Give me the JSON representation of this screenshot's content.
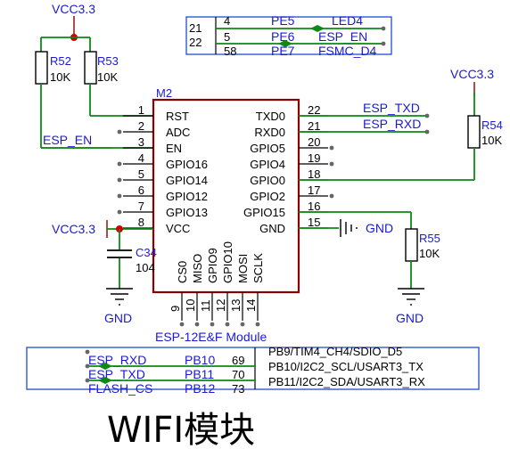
{
  "module": {
    "ref": "M2",
    "name": "ESP-12E&F Module",
    "left_pins": [
      {
        "num": "1",
        "name": "RST"
      },
      {
        "num": "2",
        "name": "ADC"
      },
      {
        "num": "3",
        "name": "EN"
      },
      {
        "num": "4",
        "name": "GPIO16"
      },
      {
        "num": "5",
        "name": "GPIO14"
      },
      {
        "num": "6",
        "name": "GPIO12"
      },
      {
        "num": "7",
        "name": "GPIO13"
      },
      {
        "num": "8",
        "name": "VCC"
      }
    ],
    "right_pins": [
      {
        "num": "22",
        "name": "TXD0"
      },
      {
        "num": "21",
        "name": "RXD0"
      },
      {
        "num": "20",
        "name": "GPIO5"
      },
      {
        "num": "19",
        "name": "GPIO4"
      },
      {
        "num": "18",
        "name": "GPIO0"
      },
      {
        "num": "17",
        "name": "GPIO2"
      },
      {
        "num": "16",
        "name": "GPIO15"
      },
      {
        "num": "15",
        "name": "GND"
      }
    ],
    "bottom_pins": [
      {
        "num": "9",
        "name": "CS0"
      },
      {
        "num": "10",
        "name": "MISO"
      },
      {
        "num": "11",
        "name": "GPIO9"
      },
      {
        "num": "12",
        "name": "GPIO10"
      },
      {
        "num": "13",
        "name": "MOSI"
      },
      {
        "num": "14",
        "name": "SCLK"
      }
    ]
  },
  "components": {
    "r52": {
      "ref": "R52",
      "value": "10K"
    },
    "r53": {
      "ref": "R53",
      "value": "10K"
    },
    "r54": {
      "ref": "R54",
      "value": "10K"
    },
    "r55": {
      "ref": "R55",
      "value": "10K"
    },
    "c34": {
      "ref": "C34",
      "value": "104"
    }
  },
  "power": {
    "vcc_top": "VCC3.3",
    "vcc_right": "VCC3.3",
    "vcc_left": "VCC3.3",
    "gnd_cap": "GND",
    "gnd_pin15": "GND",
    "gnd_r55": "GND"
  },
  "nets": {
    "esp_en": "ESP_EN",
    "esp_txd": "ESP_TXD",
    "esp_rxd": "ESP_RXD"
  },
  "top_snippet": {
    "rows": [
      {
        "left": "21",
        "pin": "4",
        "net": "PE5",
        "label": "LED4"
      },
      {
        "left": "22",
        "pin": "5",
        "net": "PE6",
        "label": "ESP_EN"
      },
      {
        "left": "",
        "pin": "58",
        "net": "PE7",
        "label": "FSMC_D4"
      }
    ]
  },
  "bottom_snippet": {
    "rows": [
      {
        "label": "ESP_RXD",
        "net": "PB10",
        "pin": "69",
        "func": "PB10/I2C2_SCL/USART3_TX"
      },
      {
        "label": "ESP_TXD",
        "net": "PB11",
        "pin": "70",
        "func": "PB11/I2C2_SDA/USART3_RX"
      },
      {
        "label": "FLASH_CS",
        "net": "PB12",
        "pin": "73",
        "func": ""
      }
    ],
    "header_func": "PB9/TIM4_CH4/SDIO_D5"
  },
  "caption": "WIFI模块",
  "colors": {
    "wire": "#0b8a14",
    "label": "#1a1ad6",
    "outline": "#8b0000",
    "frame": "#2d5bd6"
  }
}
